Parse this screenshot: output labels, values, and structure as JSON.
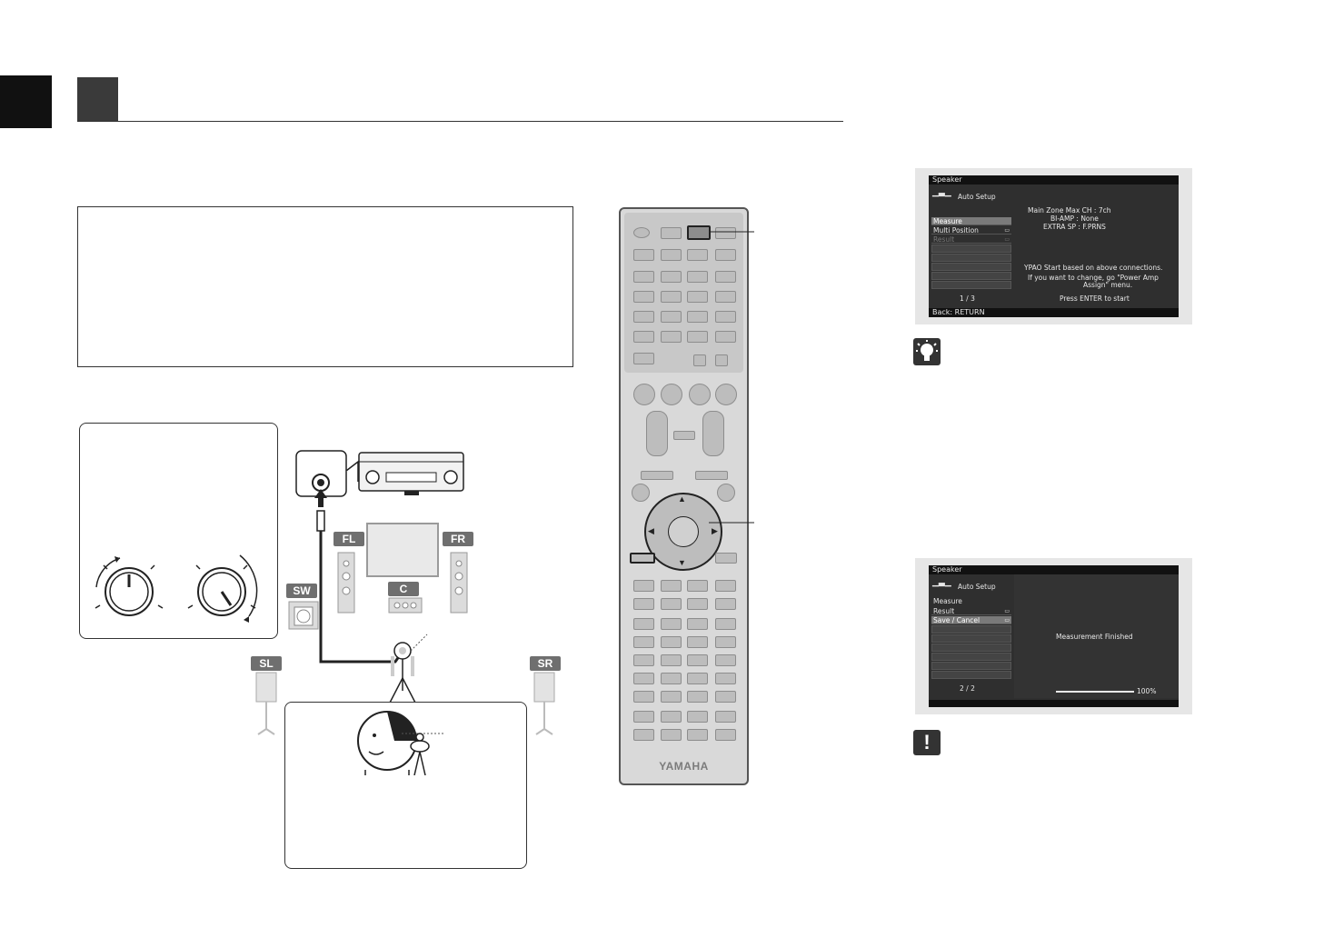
{
  "speaker_labels": {
    "fl": "FL",
    "fr": "FR",
    "c": "C",
    "sw": "SW",
    "sl": "SL",
    "sr": "SR"
  },
  "remote": {
    "brand": "YAMAHA"
  },
  "osd_screen_1": {
    "title": "Speaker",
    "subtitle": "Auto Setup",
    "menu": [
      "Measure",
      "Multi Position",
      "Result"
    ],
    "page": "1 / 3",
    "info_lines": [
      "Main Zone Max CH :  7ch",
      "BI-AMP :  None",
      "EXTRA SP :  F.PRNS"
    ],
    "message_lines": [
      "YPAO Start based on above connections.",
      "If you want to change, go \"Power Amp",
      "Assign\" menu."
    ],
    "prompt": "Press ENTER to start",
    "footer": "Back: RETURN"
  },
  "osd_screen_2": {
    "title": "Speaker",
    "subtitle": "Auto Setup",
    "heading": "Measure",
    "menu": [
      "Result",
      "Save / Cancel"
    ],
    "page": "2 / 2",
    "message": "Measurement Finished",
    "progress_label": "100%",
    "progress": 1.0
  },
  "warning_icon_glyph": "!"
}
